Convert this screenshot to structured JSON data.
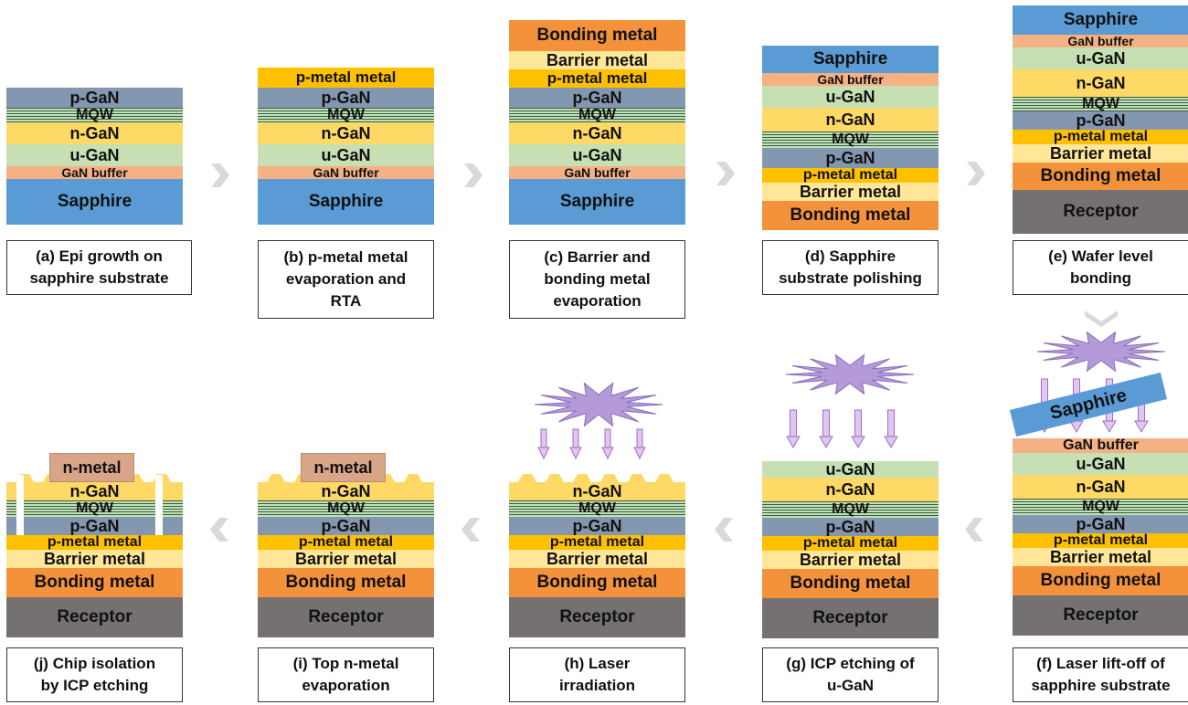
{
  "colors": {
    "p_gan": "#8497b0",
    "mqw": "#bfe3b8",
    "n_gan": "#ffd966",
    "u_gan": "#c6e0b4",
    "gan_buffer": "#f4b183",
    "sapphire": "#5b9bd5",
    "p_metal": "#ffc000",
    "barrier": "#ffe699",
    "bonding": "#f4923c",
    "receptor": "#767171",
    "laser": "#b49ad8",
    "arrow": "#d9d9d9"
  },
  "layer_labels": {
    "p_gan": "p-GaN",
    "mqw": "MQW",
    "n_gan": "n-GaN",
    "u_gan": "u-GaN",
    "gan_buffer": "GaN buffer",
    "sapphire": "Sapphire",
    "p_metal": "p-metal metal",
    "barrier": "Barrier metal",
    "bonding": "Bonding metal",
    "receptor": "Receptor",
    "n_metal": "n-metal"
  },
  "steps": [
    {
      "id": "a",
      "caption": [
        "(a) Epi growth on",
        "sapphire substrate"
      ]
    },
    {
      "id": "b",
      "caption": [
        "(b) p-metal metal",
        "evaporation and",
        "RTA"
      ]
    },
    {
      "id": "c",
      "caption": [
        "(c) Barrier and",
        "bonding metal",
        "evaporation"
      ]
    },
    {
      "id": "d",
      "caption": [
        "(d) Sapphire",
        "substrate polishing"
      ]
    },
    {
      "id": "e",
      "caption": [
        "(e) Wafer level",
        "bonding"
      ]
    },
    {
      "id": "f",
      "caption": [
        "(f) Laser lift-off of",
        "sapphire substrate"
      ]
    },
    {
      "id": "g",
      "caption": [
        "(g) ICP etching of",
        "u-GaN"
      ]
    },
    {
      "id": "h",
      "caption": [
        "(h) Laser",
        "irradiation"
      ]
    },
    {
      "id": "i",
      "caption": [
        "(i) Top n-metal",
        "evaporation"
      ]
    },
    {
      "id": "j",
      "caption": [
        "(j) Chip isolation",
        "by ICP etching"
      ]
    }
  ]
}
